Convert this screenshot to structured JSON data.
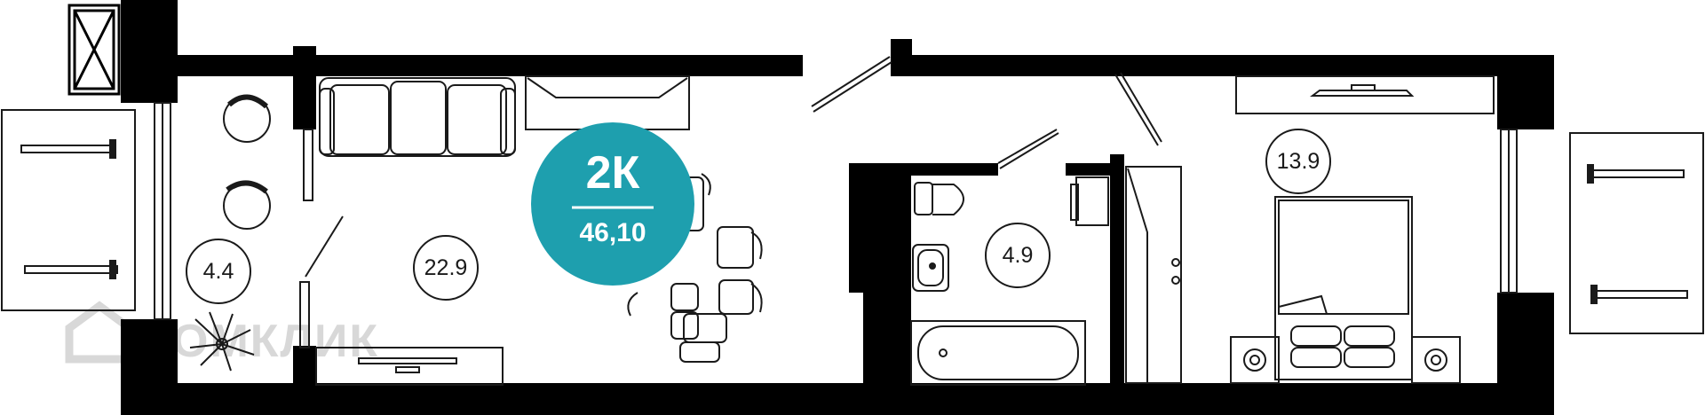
{
  "apartment": {
    "type": "2К",
    "total_area": "46,10",
    "badge_color": "#1e9fae"
  },
  "rooms": [
    {
      "id": "balcony-left",
      "area": "4.4"
    },
    {
      "id": "living-kitchen",
      "area": "22.9"
    },
    {
      "id": "bathroom",
      "area": "4.9"
    },
    {
      "id": "bedroom",
      "area": "13.9"
    }
  ],
  "watermark": {
    "text": "ДОМКЛИК"
  },
  "colors": {
    "wall": "#000000",
    "line": "#1a1a1a",
    "background": "#ffffff"
  }
}
